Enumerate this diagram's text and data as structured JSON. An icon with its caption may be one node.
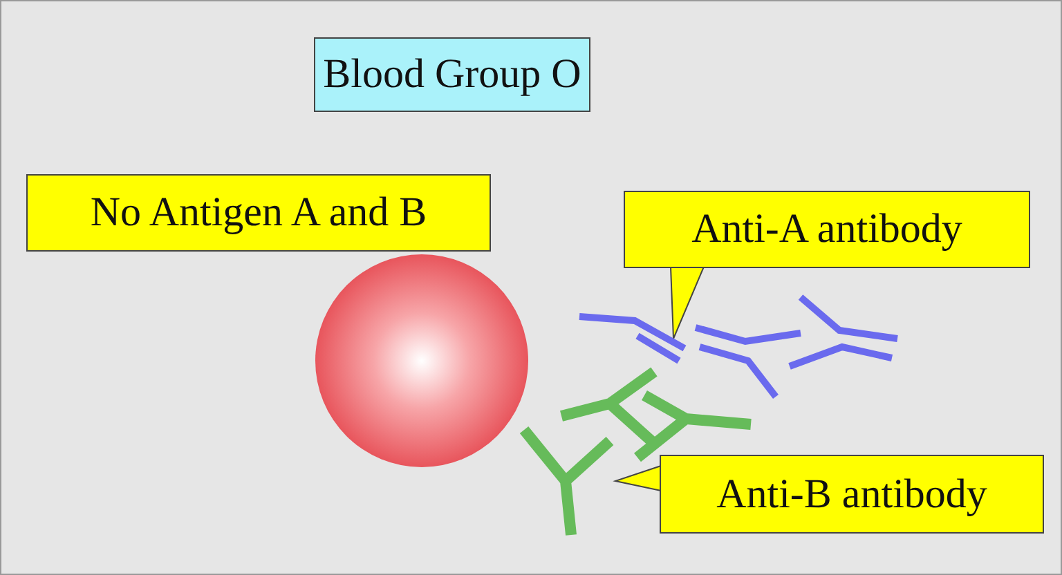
{
  "diagram": {
    "nodes": [
      {
        "text": [
          "Blood Group O"
        ]
      },
      {
        "text": [
          "No Antigen A and B"
        ]
      },
      {
        "text": [],
        "shape": "circle"
      },
      {
        "text": [
          "Anti-A antibody"
        ]
      },
      {
        "text": [],
        "shape": "picture"
      },
      {
        "text": [
          "Anti-B antibody"
        ]
      },
      {
        "text": [],
        "shape": "picture"
      }
    ],
    "edges": [
      {
        "from": 3,
        "to": 4,
        "arrow": "to"
      },
      {
        "from": 5,
        "to": 6,
        "arrow": "to"
      }
    ]
  }
}
